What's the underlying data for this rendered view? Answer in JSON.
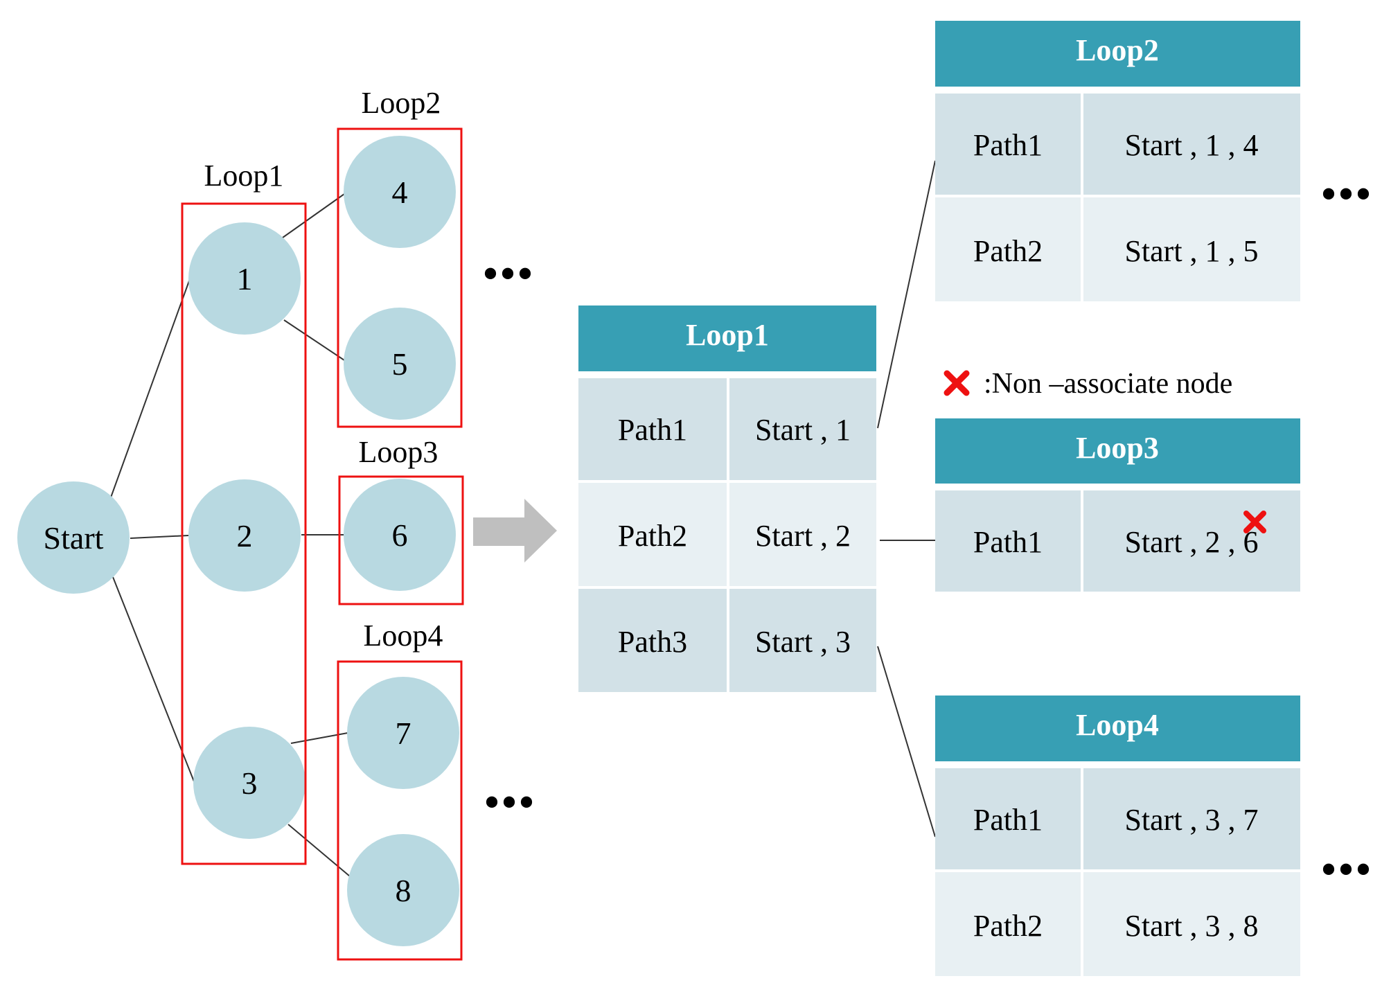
{
  "colors": {
    "node_fill": "#b8d9e1",
    "group_border": "#ee1111",
    "table_header": "#379fb4",
    "row_dark": "#d2e1e7",
    "row_light": "#e8f0f3",
    "arrow": "#bfbfbf",
    "cross": "#ee1111"
  },
  "tree": {
    "start_label": "Start",
    "groups": [
      {
        "label": "Loop1",
        "nodes": [
          "1",
          "2",
          "3"
        ]
      },
      {
        "label": "Loop2",
        "nodes": [
          "4",
          "5"
        ]
      },
      {
        "label": "Loop3",
        "nodes": [
          "6"
        ]
      },
      {
        "label": "Loop4",
        "nodes": [
          "7",
          "8"
        ]
      }
    ],
    "ellipsis_top": "•••",
    "ellipsis_bottom": "•••"
  },
  "tables": {
    "loop1": {
      "title": "Loop1",
      "rows": [
        {
          "path": "Path1",
          "value": "Start , 1"
        },
        {
          "path": "Path2",
          "value": "Start , 2"
        },
        {
          "path": "Path3",
          "value": "Start , 3"
        }
      ]
    },
    "loop2": {
      "title": "Loop2",
      "rows": [
        {
          "path": "Path1",
          "value": "Start , 1 , 4"
        },
        {
          "path": "Path2",
          "value": "Start , 1 , 5"
        }
      ],
      "ellipsis": "•••"
    },
    "loop3": {
      "title": "Loop3",
      "rows": [
        {
          "path": "Path1",
          "value": "Start , 2 , 6"
        }
      ]
    },
    "loop4": {
      "title": "Loop4",
      "rows": [
        {
          "path": "Path1",
          "value": "Start , 3 , 7"
        },
        {
          "path": "Path2",
          "value": "Start , 3 , 8"
        }
      ],
      "ellipsis": "•••"
    }
  },
  "legend": {
    "icon": "cross-icon",
    "text": ":Non –associate node"
  }
}
